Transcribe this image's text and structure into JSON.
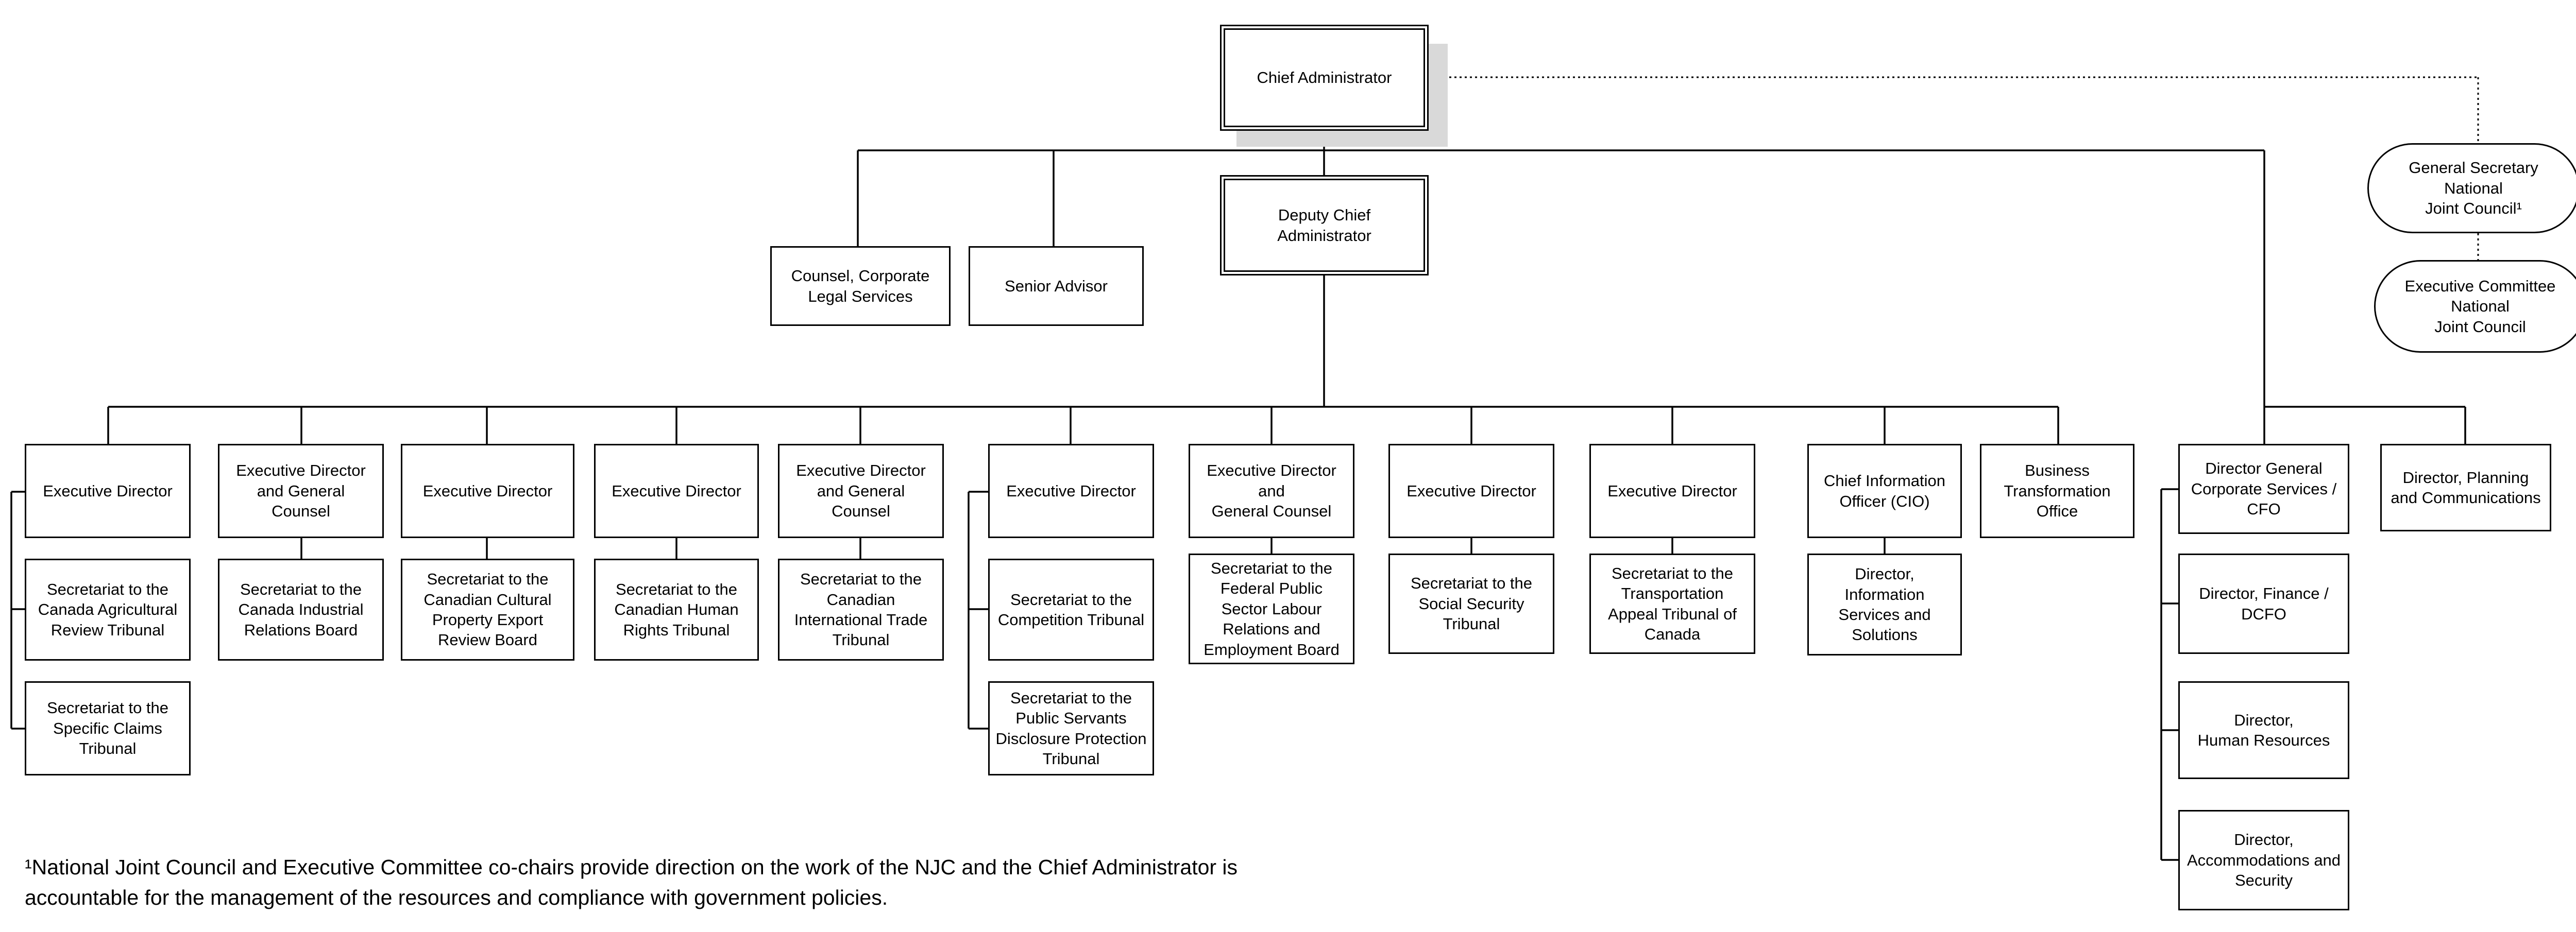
{
  "top": {
    "chief_administrator": "Chief Administrator",
    "deputy_chief_administrator": "Deputy Chief\nAdministrator",
    "counsel": "Counsel, Corporate\nLegal Services",
    "senior_advisor": "Senior Advisor"
  },
  "njc": {
    "general_secretary": "General Secretary\nNational\nJoint Council¹",
    "executive_committee": "Executive Committee\nNational\nJoint Council"
  },
  "columns": [
    {
      "head": "Executive Director",
      "subs": [
        "Secretariat to the\nCanada Agricultural\nReview Tribunal",
        "Secretariat to the\nSpecific Claims\nTribunal"
      ]
    },
    {
      "head": "Executive Director\nand General\nCounsel",
      "subs": [
        "Secretariat to the\nCanada Industrial\nRelations Board"
      ]
    },
    {
      "head": "Executive Director",
      "subs": [
        "Secretariat to the\nCanadian Cultural\nProperty Export\nReview Board"
      ]
    },
    {
      "head": "Executive Director",
      "subs": [
        "Secretariat to the\nCanadian Human\nRights Tribunal"
      ]
    },
    {
      "head": "Executive Director\nand General\nCounsel",
      "subs": [
        "Secretariat to the\nCanadian\nInternational Trade\nTribunal"
      ]
    },
    {
      "head": "Executive Director",
      "subs": [
        "Secretariat to the\nCompetition Tribunal",
        "Secretariat to the\nPublic Servants\nDisclosure Protection\nTribunal"
      ]
    },
    {
      "head": "Executive Director\nand\nGeneral Counsel",
      "subs": [
        "Secretariat to the\nFederal Public\nSector Labour\nRelations and\nEmployment Board"
      ]
    },
    {
      "head": "Executive Director",
      "subs": [
        "Secretariat to the\nSocial Security\nTribunal"
      ]
    },
    {
      "head": "Executive Director",
      "subs": [
        "Secretariat to the\nTransportation\nAppeal Tribunal of\nCanada"
      ]
    },
    {
      "head": "Chief Information\nOfficer (CIO)",
      "subs": [
        "Director,\nInformation\nServices and\nSolutions"
      ]
    },
    {
      "head": "Business\nTransformation\nOffice",
      "subs": []
    }
  ],
  "corporate": {
    "head": "Director General\nCorporate Services /\nCFO",
    "subs": [
      "Director, Finance /\nDCFO",
      "Director,\nHuman Resources",
      "Director,\nAccommodations and\nSecurity"
    ],
    "planning": "Director, Planning\nand Communications"
  },
  "footnote": {
    "marker": "¹",
    "text": "National Joint Council and Executive Committee co-chairs provide direction on the work of the NJC and the Chief Administrator is accountable for the management of the resources and compliance with government policies."
  }
}
